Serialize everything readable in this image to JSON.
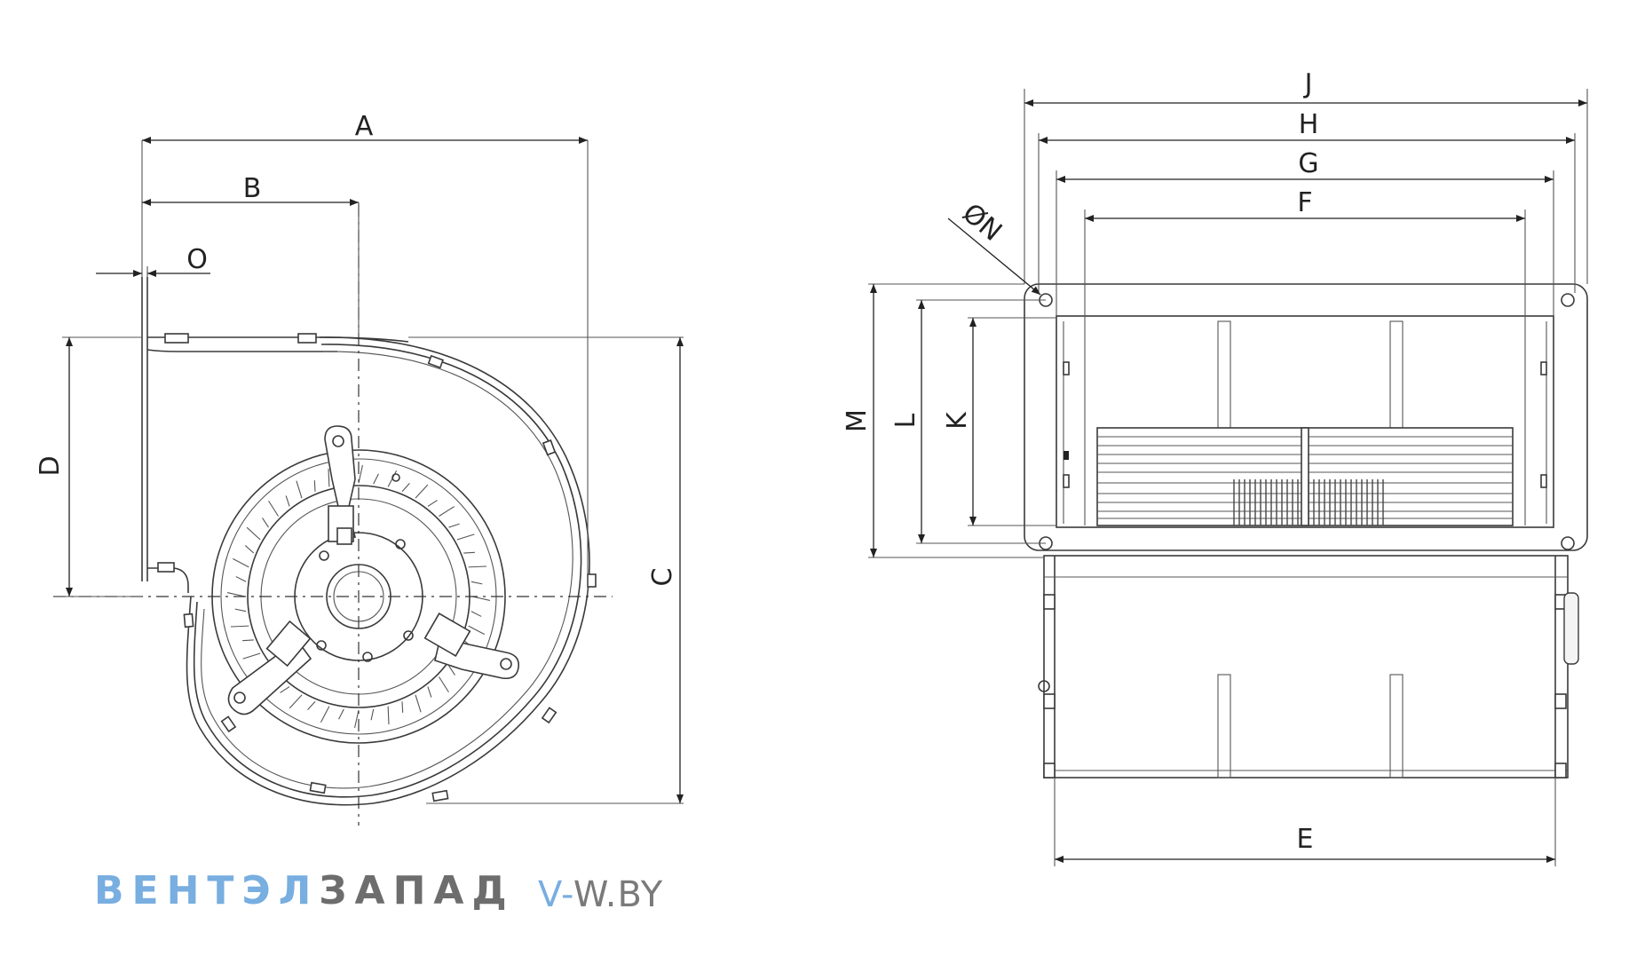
{
  "dimensions": {
    "A": "A",
    "B": "B",
    "C": "C",
    "D": "D",
    "E": "E",
    "F": "F",
    "G": "G",
    "H": "H",
    "J": "J",
    "K": "K",
    "L": "L",
    "M": "M",
    "N": "ØN",
    "O": "O"
  },
  "watermark": {
    "brand_part1": "ВЕНТЭЛ",
    "brand_part2": "ЗАПАД",
    "site_part1": "V-",
    "site_part2": "W.BY"
  },
  "colors": {
    "brand_blue": "#78aee0",
    "brand_grey": "#6d6d6d",
    "line": "#3a3a3a"
  }
}
